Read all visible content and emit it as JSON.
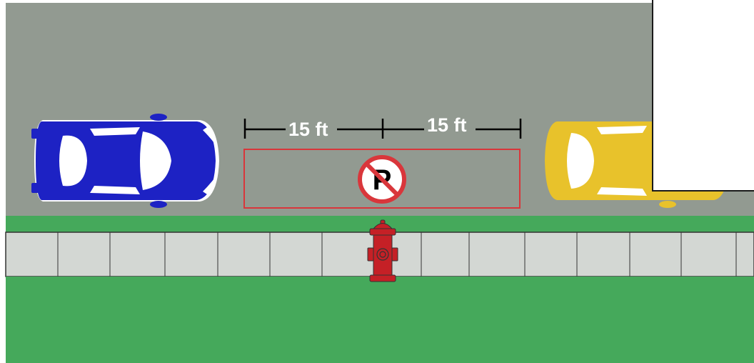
{
  "scene": {
    "colors": {
      "road": "#929a91",
      "grass": "#45a95b",
      "sidewalk": "#d3d7d3",
      "sidewalk_joint": "#333333",
      "blue_car": "#1d22c4",
      "yellow_car": "#e8c22b",
      "no_parking_zone": "#d9363b",
      "hydrant": "#c52026"
    },
    "dimensions": [
      {
        "label": "15 ft"
      },
      {
        "label": "15 ft"
      }
    ],
    "sign": {
      "letter": "P",
      "icon": "no-parking-icon"
    },
    "hydrant_icon": "fire-hydrant-icon",
    "cars": [
      {
        "name": "blue-car",
        "icon": "car-top-view-icon"
      },
      {
        "name": "yellow-car",
        "icon": "car-top-view-icon"
      }
    ]
  }
}
